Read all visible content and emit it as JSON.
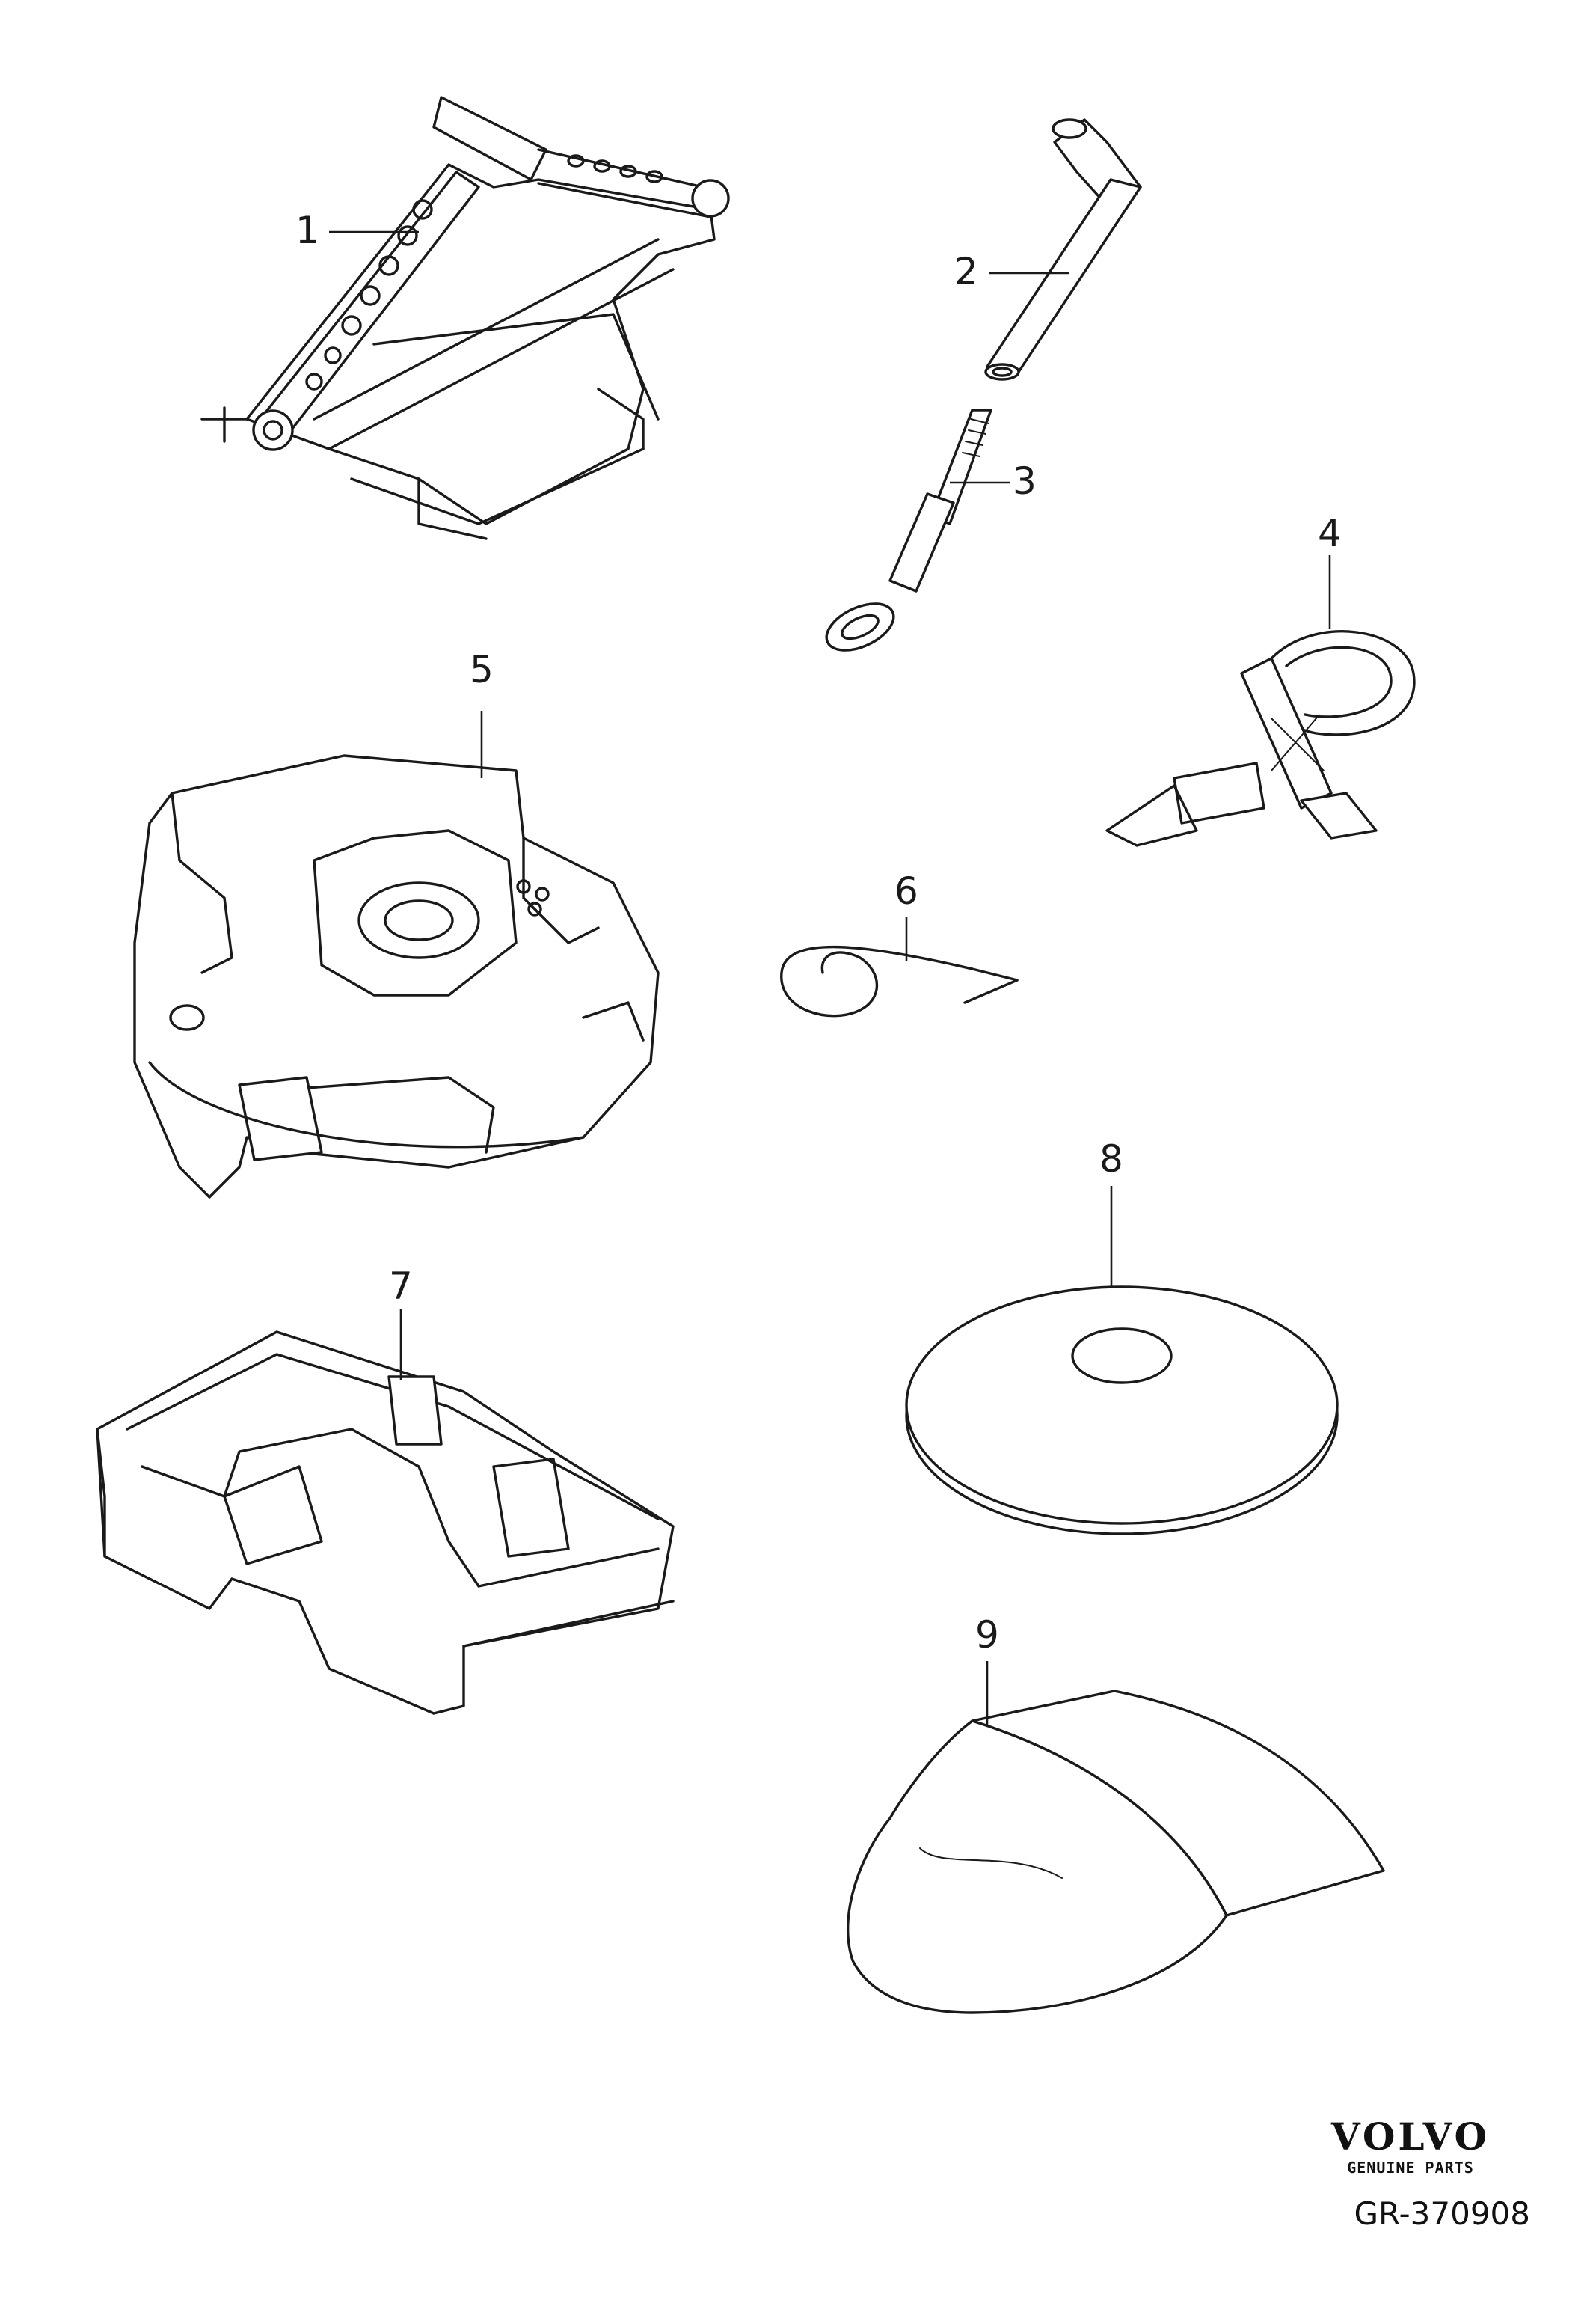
{
  "callouts": [
    "1",
    "2",
    "3",
    "4",
    "5",
    "6",
    "7",
    "8",
    "9"
  ],
  "brand": {
    "name": "VOLVO",
    "subtitle": "GENUINE PARTS"
  },
  "drawing_code": "GR-370908",
  "colors": {
    "line": "#1a1a1a",
    "background": "#ffffff",
    "shade": "#e8e8e8"
  }
}
